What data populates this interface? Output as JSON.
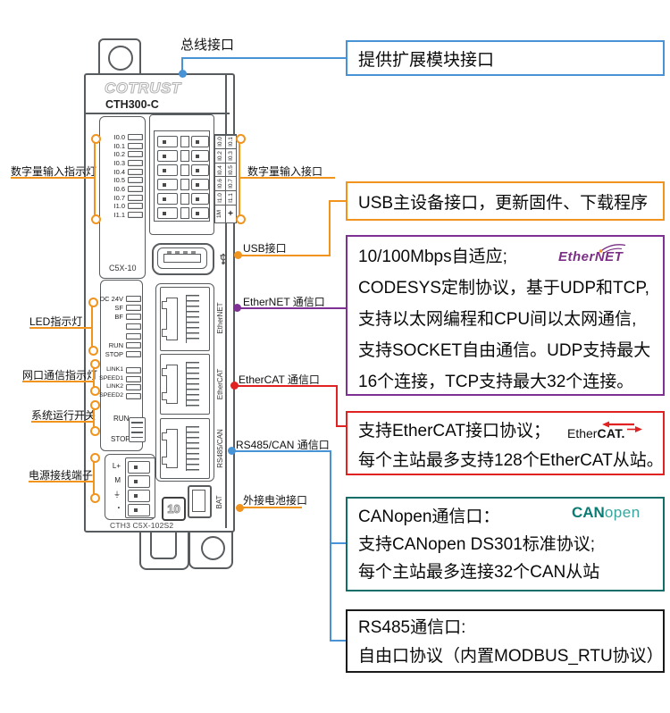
{
  "colors": {
    "orange": "#F0941E",
    "blue": "#4893D5",
    "purple": "#7E3093",
    "red": "#E02222",
    "teal": "#0F6F68",
    "device_line": "#595C5E",
    "ethernet_purple": "#7B2F86",
    "canopen_teal": "#0B7C74",
    "canopen_light": "#39A59D"
  },
  "device": {
    "brand": "COTRUST",
    "model": "CTH300-C",
    "panel_code": "C5X-10",
    "bottom_code": "CTH3 C5X-102S2",
    "io_leds": [
      "I0.0",
      "I0.1",
      "I0.2",
      "I0.3",
      "I0.4",
      "I0.5",
      "I0.6",
      "I0.7",
      "I1.0",
      "I1.1"
    ],
    "pin_rows": [
      [
        "I0.0",
        "I0.1"
      ],
      [
        "I0.2",
        "I0.3"
      ],
      [
        "I0.4",
        "I0.5"
      ],
      [
        "I0.6",
        "I0.7"
      ],
      [
        "I1.0",
        "I1.1"
      ],
      [
        "1M",
        "+"
      ]
    ],
    "status_leds": [
      "DC 24V",
      "SF",
      "BF",
      "",
      "",
      "RUN",
      "STOP"
    ],
    "net_leds": [
      "LINK1",
      "SPEED1",
      "LINK2",
      "SPEED2"
    ],
    "switch_run": "RUN",
    "switch_stop": "STOP",
    "power_terminals": [
      "L+",
      "M",
      "⏚",
      "·"
    ],
    "ports": [
      "EtherNET",
      "EtherCAT",
      "RS485/CAN"
    ],
    "bat_label": "BAT",
    "display_value": "10"
  },
  "labels_left": [
    "数字量输入指示灯",
    "LED指示灯",
    "网口通信指示灯",
    "系统运行开关",
    "电源接线端子"
  ],
  "label_bus": "总线接口",
  "labels_middle": [
    "数字量输入接口",
    "USB接口",
    "EtherNET 通信口",
    "EtherCAT 通信口",
    "RS485/CAN 通信口",
    "外接电池接口"
  ],
  "callouts": [
    {
      "lines": [
        "提供扩展模块接口"
      ]
    },
    {
      "lines": [
        "USB主设备接口，更新固件、下载程序"
      ]
    },
    {
      "lines": [
        "10/100Mbps自适应;",
        "CODESYS定制协议，基于UDP和TCP,",
        "支持以太网编程和CPU间以太网通信,",
        "支持SOCKET自由通信。UDP支持最大",
        "16个连接，TCP支持最大32个连接。"
      ]
    },
    {
      "lines": [
        "支持EtherCAT接口协议；",
        "每个主站最多支持128个EtherCAT从站。"
      ]
    },
    {
      "lines": [
        "CANopen通信口：",
        "支持CANopen DS301标准协议;",
        "每个主站最多连接32个CAN从站"
      ]
    },
    {
      "lines": [
        "RS485通信口:",
        "自由口协议（内置MODBUS_RTU协议）"
      ]
    }
  ],
  "logos": {
    "ethernet": "EtherNET",
    "ethercat_a": "Ether",
    "ethercat_b": "CAT.",
    "canopen_a": "CAN",
    "canopen_b": "open"
  }
}
